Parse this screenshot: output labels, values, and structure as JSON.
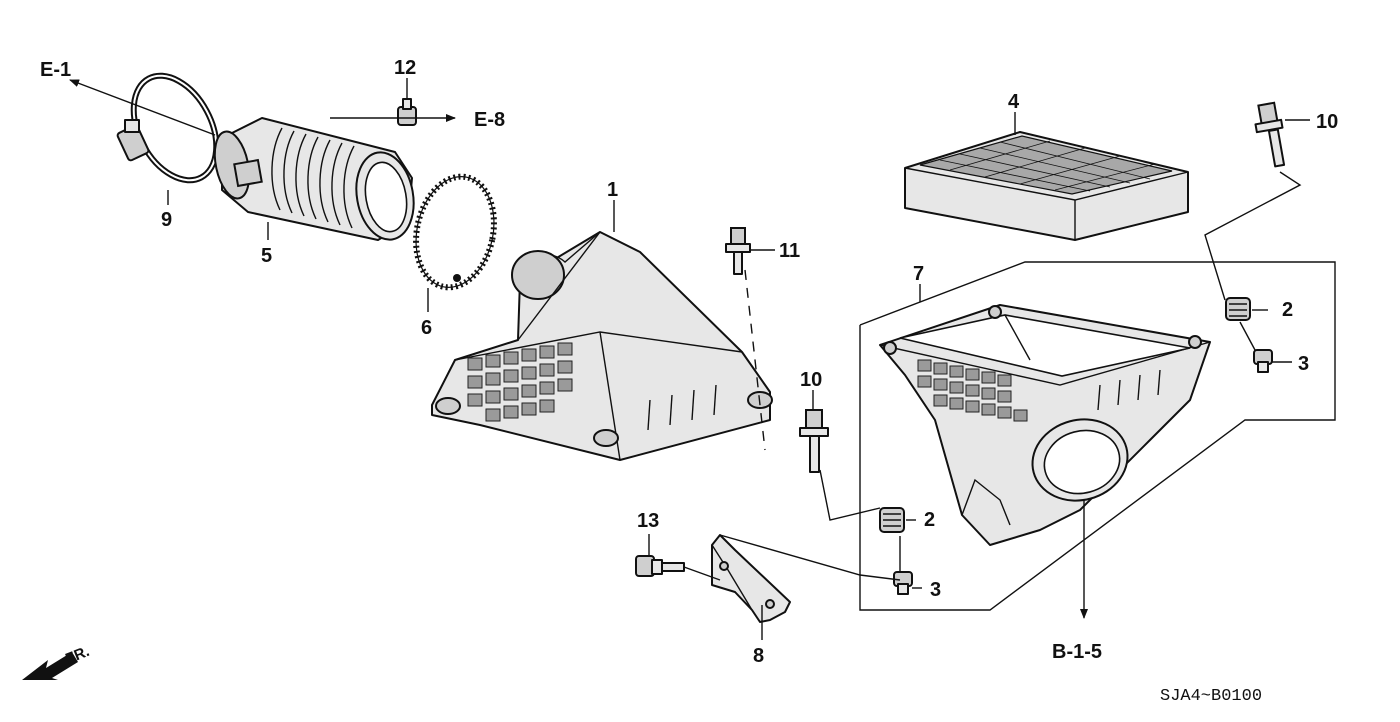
{
  "callouts": {
    "c1": "1",
    "c2a": "2",
    "c2b": "2",
    "c3a": "3",
    "c3b": "3",
    "c4": "4",
    "c5": "5",
    "c6": "6",
    "c7": "7",
    "c8": "8",
    "c9": "9",
    "c10a": "10",
    "c10b": "10",
    "c11": "11",
    "c12": "12",
    "c13": "13"
  },
  "references": {
    "e1": "E-1",
    "e8": "E-8",
    "b15": "B-1-5",
    "front": "FR."
  },
  "diagram_code": "SJA4~B0100"
}
